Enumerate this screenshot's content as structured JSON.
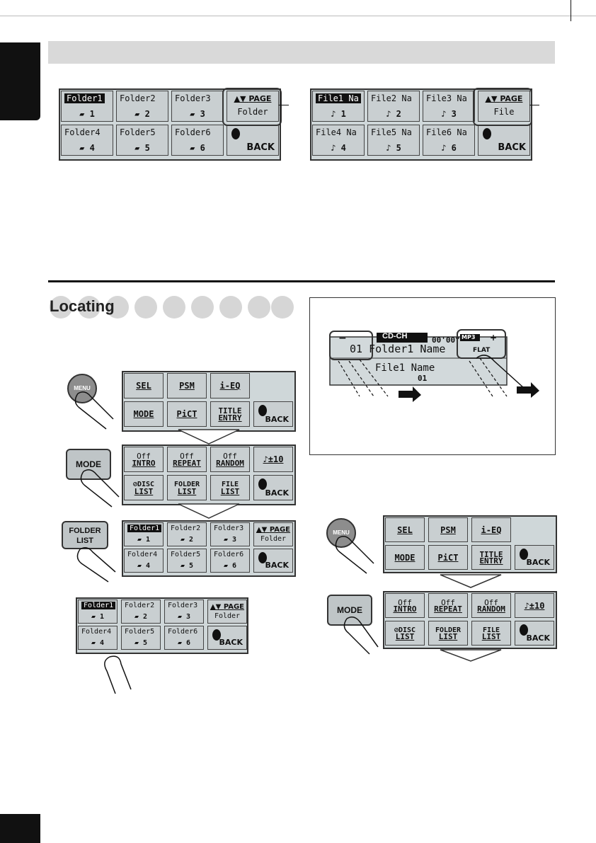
{
  "top_panels": {
    "folder_panel": {
      "rows": [
        [
          {
            "title": "Folder1",
            "num": "1"
          },
          {
            "title": "Folder2",
            "num": "2"
          },
          {
            "title": "Folder3",
            "num": "3"
          }
        ],
        [
          {
            "title": "Folder4",
            "num": "4"
          },
          {
            "title": "Folder5",
            "num": "5"
          },
          {
            "title": "Folder6",
            "num": "6"
          }
        ]
      ],
      "page_label": "PAGE",
      "page_sub": "Folder",
      "back": "BACK"
    },
    "file_panel": {
      "rows": [
        [
          {
            "title": "File1 Na",
            "num": "1"
          },
          {
            "title": "File2 Na",
            "num": "2"
          },
          {
            "title": "File3 Na",
            "num": "3"
          }
        ],
        [
          {
            "title": "File4 Na",
            "num": "4"
          },
          {
            "title": "File5 Na",
            "num": "5"
          },
          {
            "title": "File6 Na",
            "num": "6"
          }
        ]
      ],
      "page_label": "PAGE",
      "page_sub": "File",
      "back": "BACK"
    }
  },
  "section": {
    "title": "Locating"
  },
  "menu_panel": {
    "row1": [
      "SEL",
      "PSM",
      "i-EQ"
    ],
    "row2": [
      "MODE",
      "PiCT",
      "TITLE",
      "ENTRY"
    ],
    "back": "BACK"
  },
  "mode_panel": {
    "row1": [
      {
        "top": "Off",
        "bottom": "INTRO"
      },
      {
        "top": "Off",
        "bottom": "REPEAT"
      },
      {
        "top": "Off",
        "bottom": "RANDOM"
      },
      {
        "top": "",
        "bottom": "♪±10"
      }
    ],
    "row2": [
      {
        "top": "⊘DISC",
        "bottom": "LIST"
      },
      {
        "top": "FOLDER",
        "bottom": "LIST"
      },
      {
        "top": "FILE",
        "bottom": "LIST"
      }
    ],
    "back": "BACK"
  },
  "hardware": {
    "menu": "MENU",
    "mode": "MODE",
    "folder_list_top": "FOLDER",
    "folder_list_bottom": "LIST"
  },
  "lcd": {
    "source": "CD-CH",
    "time": "00'00\"",
    "folder_line": "01 Folder1 Name",
    "file_line": "File1 Name",
    "disc": "01",
    "tag": "MP3",
    "eq": "FLAT",
    "minus": "−",
    "plus": "+"
  }
}
